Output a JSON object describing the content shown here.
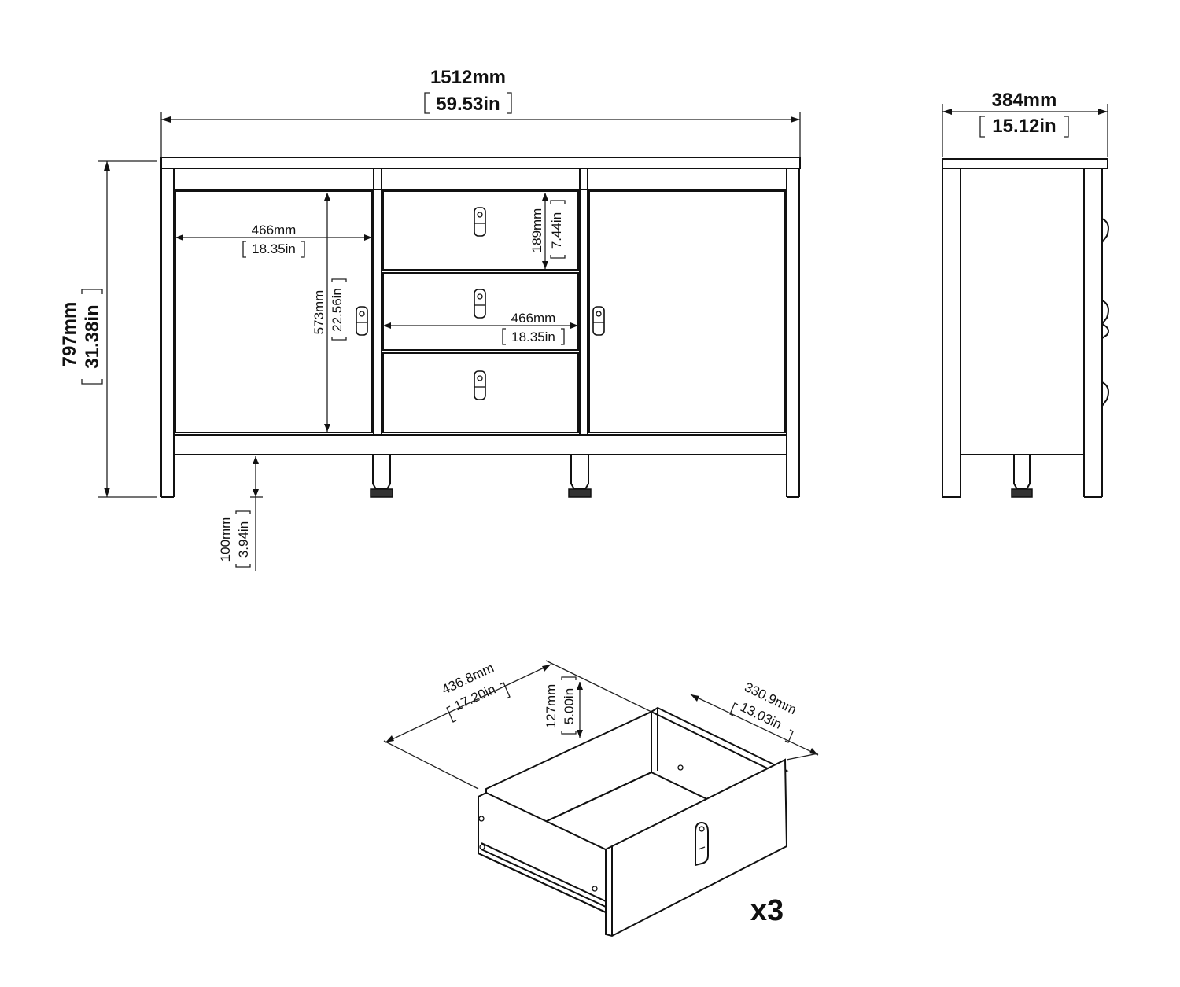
{
  "front_view": {
    "width_mm": "1512mm",
    "width_in": "59.53in",
    "height_mm": "797mm",
    "height_in": "31.38in",
    "door_width_mm": "466mm",
    "door_width_in": "18.35in",
    "door_height_mm": "573mm",
    "door_height_in": "22.56in",
    "drawer_height_mm": "189mm",
    "drawer_height_in": "7.44in",
    "drawer_width_mm": "466mm",
    "drawer_width_in": "18.35in",
    "leg_height_mm": "100mm",
    "leg_height_in": "3.94in"
  },
  "side_view": {
    "depth_mm": "384mm",
    "depth_in": "15.12in"
  },
  "drawer_detail": {
    "length_mm": "436.8mm",
    "length_in": "17.20in",
    "height_mm": "127mm",
    "height_in": "5.00in",
    "depth_mm": "330.9mm",
    "depth_in": "13.03in",
    "quantity": "x3"
  }
}
